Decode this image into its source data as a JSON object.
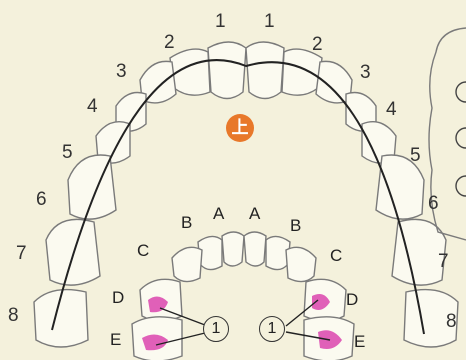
{
  "upper_label": "上",
  "permanent_numbers": [
    "1",
    "1",
    "2",
    "2",
    "3",
    "3",
    "4",
    "4",
    "5",
    "5",
    "6",
    "6",
    "7",
    "7",
    "8",
    "8"
  ],
  "primary_letters": [
    "A",
    "A",
    "B",
    "B",
    "C",
    "C",
    "D",
    "D",
    "E",
    "E"
  ],
  "callout_label": "1",
  "colors": {
    "background": "#f4f1dc",
    "tooth_outline": "#7a7a7a",
    "arch_line": "#222222",
    "badge": "#e8782a",
    "marker": "#e060b8"
  },
  "icons": [
    "upper-jaw-badge",
    "tooth-marker-dot"
  ]
}
